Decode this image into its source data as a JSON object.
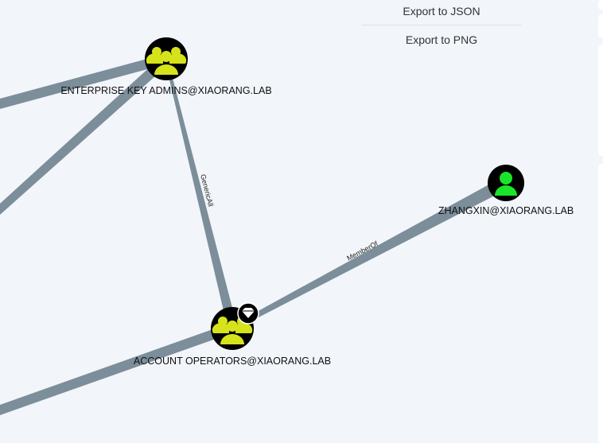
{
  "menu": {
    "export_json": "Export to JSON",
    "export_png": "Export to PNG"
  },
  "nodes": {
    "enterprise_key_admins": {
      "label": "ENTERPRISE KEY ADMINS@XIAORANG.LAB",
      "type": "group"
    },
    "account_operators": {
      "label": "ACCOUNT OPERATORS@XIAORANG.LAB",
      "type": "group",
      "badge": "high-value-diamond"
    },
    "zhangxin": {
      "label": "ZHANGXIN@XIAORANG.LAB",
      "type": "user"
    }
  },
  "edges": {
    "generic_all": "GenericAll",
    "member_of": "MemberOf"
  },
  "colors": {
    "group": "#d7e31a",
    "user": "#19e62b",
    "edge": "#7b8e9a",
    "background": "#f2f5fa"
  }
}
